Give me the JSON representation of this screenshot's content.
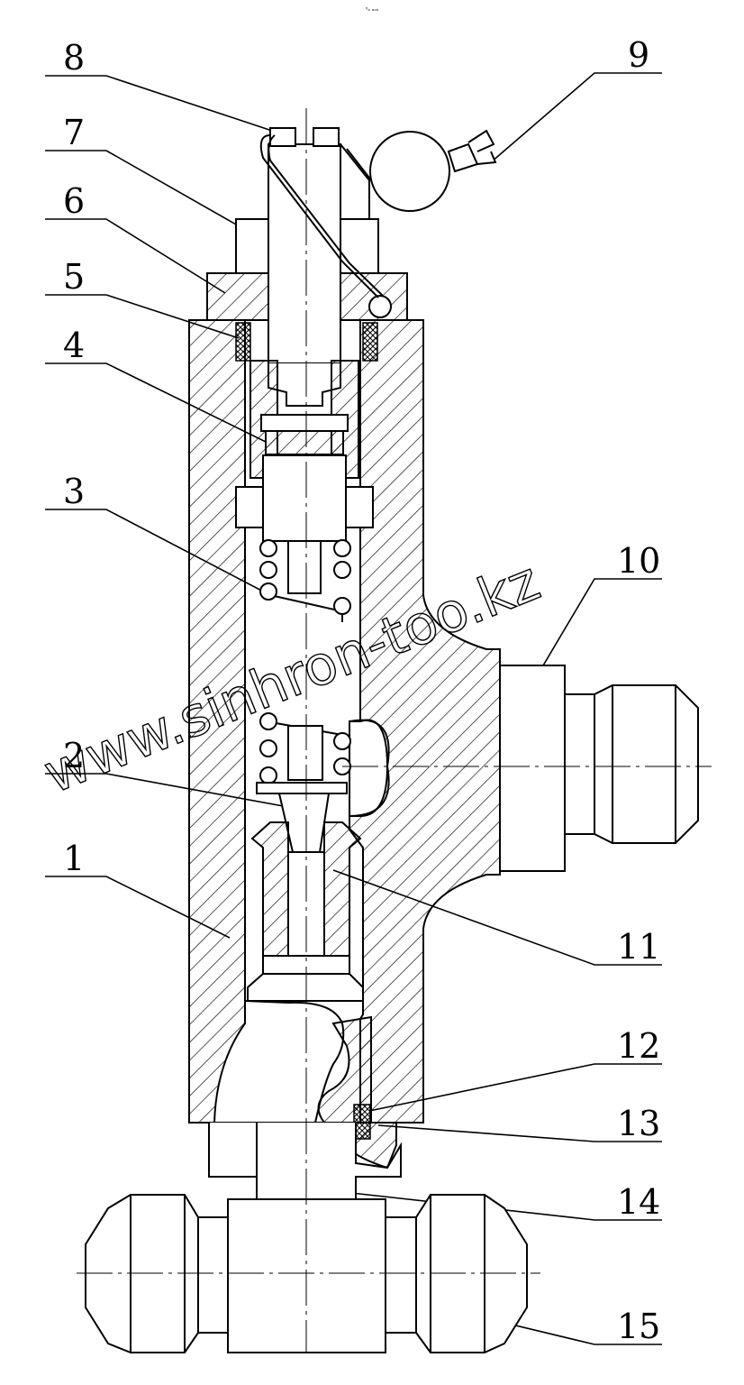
{
  "header": {
    "tiny_mark": "ᵑₒ ₒₒₒ"
  },
  "watermark": "www.sinhron-too.kz",
  "labels": [
    {
      "id": "1",
      "text": "1"
    },
    {
      "id": "2",
      "text": "2"
    },
    {
      "id": "3",
      "text": "3"
    },
    {
      "id": "4",
      "text": "4"
    },
    {
      "id": "5",
      "text": "5"
    },
    {
      "id": "6",
      "text": "6"
    },
    {
      "id": "7",
      "text": "7"
    },
    {
      "id": "8",
      "text": "8"
    },
    {
      "id": "9",
      "text": "9"
    },
    {
      "id": "10",
      "text": "10"
    },
    {
      "id": "11",
      "text": "11"
    },
    {
      "id": "12",
      "text": "12"
    },
    {
      "id": "13",
      "text": "13"
    },
    {
      "id": "14",
      "text": "14"
    },
    {
      "id": "15",
      "text": "15"
    }
  ]
}
